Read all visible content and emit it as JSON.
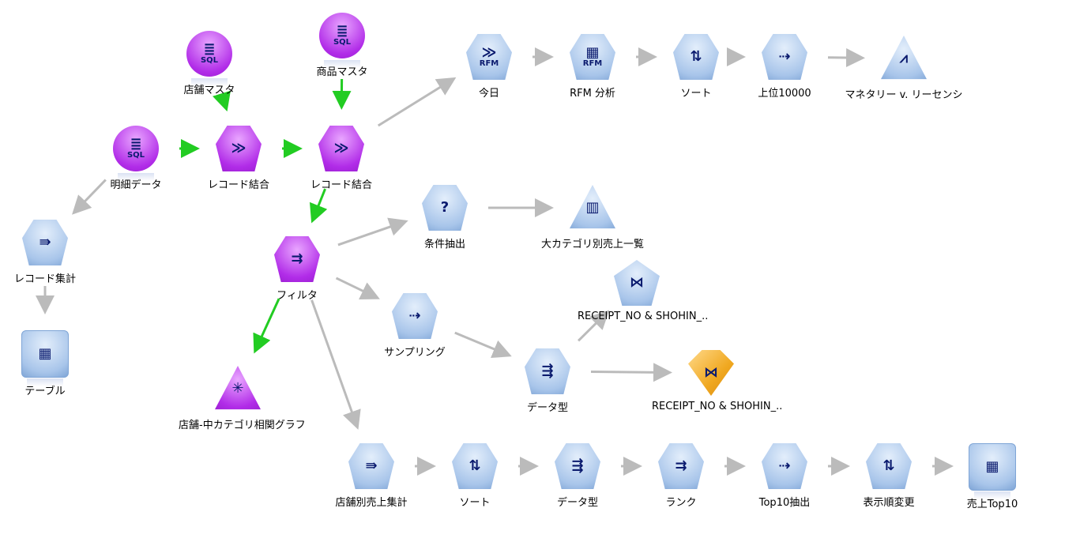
{
  "colors": {
    "source": "#b12ce8",
    "process": "#a8c5ea",
    "model": "#f0a820",
    "link_active": "#22cc22",
    "link": "#bbbbbb"
  },
  "nodes": [
    {
      "id": "store_master",
      "label": "店舗マスタ",
      "shape": "circle",
      "color": "purple",
      "icon": "database-sql-icon",
      "glyph": "≣",
      "sub": "SQL"
    },
    {
      "id": "product_master",
      "label": "商品マスタ",
      "shape": "circle",
      "color": "purple",
      "icon": "database-sql-icon",
      "glyph": "≣",
      "sub": "SQL"
    },
    {
      "id": "detail_data",
      "label": "明細データ",
      "shape": "circle",
      "color": "purple",
      "icon": "database-sql-icon",
      "glyph": "≣",
      "sub": "SQL"
    },
    {
      "id": "merge1",
      "label": "レコード結合",
      "shape": "hex",
      "color": "purple",
      "icon": "merge-icon",
      "glyph": "≫"
    },
    {
      "id": "merge2",
      "label": "レコード結合",
      "shape": "hex",
      "color": "purple",
      "icon": "merge-icon",
      "glyph": "≫"
    },
    {
      "id": "aggregate_left",
      "label": "レコード集計",
      "shape": "hex",
      "color": "blue",
      "icon": "aggregate-icon",
      "glyph": "⇛"
    },
    {
      "id": "table_left",
      "label": "テーブル",
      "shape": "square",
      "color": "blue",
      "icon": "table-icon",
      "glyph": "▦"
    },
    {
      "id": "filter",
      "label": "フィルタ",
      "shape": "hex",
      "color": "purple",
      "icon": "filter-icon",
      "glyph": "⇉"
    },
    {
      "id": "web_graph",
      "label": "店舗-中カテゴリ相関グラフ",
      "shape": "tri",
      "color": "purple",
      "icon": "web-graph-icon",
      "glyph": "✳"
    },
    {
      "id": "today",
      "label": "今日",
      "shape": "hex",
      "color": "blue",
      "icon": "rfm-icon",
      "glyph": "≫",
      "sub": "RFM"
    },
    {
      "id": "rfm_analysis",
      "label": "RFM 分析",
      "shape": "hex",
      "color": "blue",
      "icon": "rfm-analysis-icon",
      "glyph": "▦",
      "sub": "RFM"
    },
    {
      "id": "sort_top",
      "label": "ソート",
      "shape": "hex",
      "color": "blue",
      "icon": "sort-icon",
      "glyph": "⇅"
    },
    {
      "id": "top10000",
      "label": "上位10000",
      "shape": "hex",
      "color": "blue",
      "icon": "sample-icon",
      "glyph": "⇢"
    },
    {
      "id": "plot",
      "label": "マネタリー v. リーセンシ",
      "shape": "tri",
      "color": "blue",
      "icon": "plot-icon",
      "glyph": "⩘"
    },
    {
      "id": "select",
      "label": "条件抽出",
      "shape": "hex",
      "color": "blue",
      "icon": "select-icon",
      "glyph": "?"
    },
    {
      "id": "distribution",
      "label": "大カテゴリ別売上一覧",
      "shape": "tri",
      "color": "blue",
      "icon": "distribution-icon",
      "glyph": "▥"
    },
    {
      "id": "sampling",
      "label": "サンプリング",
      "shape": "hex",
      "color": "blue",
      "icon": "sample-icon",
      "glyph": "⇢"
    },
    {
      "id": "type_mid",
      "label": "データ型",
      "shape": "hex",
      "color": "blue",
      "icon": "type-icon",
      "glyph": "⇶"
    },
    {
      "id": "model_nugget",
      "label": "RECEIPT_NO & SHOHIN_..",
      "shape": "pent",
      "color": "blue",
      "icon": "neural-net-icon",
      "glyph": "⋈"
    },
    {
      "id": "model_builder",
      "label": "RECEIPT_NO & SHOHIN_..",
      "shape": "diamond",
      "color": "gold",
      "icon": "neural-net-icon",
      "glyph": "⋈"
    },
    {
      "id": "store_sales_agg",
      "label": "店舗別売上集計",
      "shape": "hex",
      "color": "blue",
      "icon": "aggregate-icon",
      "glyph": "⇛"
    },
    {
      "id": "sort_bottom",
      "label": "ソート",
      "shape": "hex",
      "color": "blue",
      "icon": "sort-icon",
      "glyph": "⇅"
    },
    {
      "id": "type_bottom",
      "label": "データ型",
      "shape": "hex",
      "color": "blue",
      "icon": "type-icon",
      "glyph": "⇶"
    },
    {
      "id": "rank",
      "label": "ランク",
      "shape": "hex",
      "color": "blue",
      "icon": "derive-icon",
      "glyph": "⇉"
    },
    {
      "id": "top10_extract",
      "label": "Top10抽出",
      "shape": "hex",
      "color": "blue",
      "icon": "sample-icon",
      "glyph": "⇢"
    },
    {
      "id": "reorder",
      "label": "表示順変更",
      "shape": "hex",
      "color": "blue",
      "icon": "field-reorder-icon",
      "glyph": "⇅"
    },
    {
      "id": "sales_top10",
      "label": "売上Top10",
      "shape": "square",
      "color": "blue",
      "icon": "table-icon",
      "glyph": "▦"
    }
  ],
  "links": [
    {
      "from": "store_master",
      "to": "merge1",
      "active": true
    },
    {
      "from": "detail_data",
      "to": "merge1",
      "active": true
    },
    {
      "from": "merge1",
      "to": "merge2",
      "active": true
    },
    {
      "from": "product_master",
      "to": "merge2",
      "active": true
    },
    {
      "from": "merge2",
      "to": "filter",
      "active": true
    },
    {
      "from": "filter",
      "to": "web_graph",
      "active": true
    },
    {
      "from": "detail_data",
      "to": "aggregate_left",
      "active": false
    },
    {
      "from": "aggregate_left",
      "to": "table_left",
      "active": false
    },
    {
      "from": "merge2",
      "to": "today",
      "active": false
    },
    {
      "from": "today",
      "to": "rfm_analysis",
      "active": false
    },
    {
      "from": "rfm_analysis",
      "to": "sort_top",
      "active": false
    },
    {
      "from": "sort_top",
      "to": "top10000",
      "active": false
    },
    {
      "from": "top10000",
      "to": "plot",
      "active": false
    },
    {
      "from": "filter",
      "to": "select",
      "active": false
    },
    {
      "from": "select",
      "to": "distribution",
      "active": false
    },
    {
      "from": "filter",
      "to": "sampling",
      "active": false
    },
    {
      "from": "sampling",
      "to": "type_mid",
      "active": false
    },
    {
      "from": "type_mid",
      "to": "model_nugget",
      "active": false
    },
    {
      "from": "type_mid",
      "to": "model_builder",
      "active": false
    },
    {
      "from": "filter",
      "to": "store_sales_agg",
      "active": false
    },
    {
      "from": "store_sales_agg",
      "to": "sort_bottom",
      "active": false
    },
    {
      "from": "sort_bottom",
      "to": "type_bottom",
      "active": false
    },
    {
      "from": "type_bottom",
      "to": "rank",
      "active": false
    },
    {
      "from": "rank",
      "to": "top10_extract",
      "active": false
    },
    {
      "from": "top10_extract",
      "to": "reorder",
      "active": false
    },
    {
      "from": "reorder",
      "to": "sales_top10",
      "active": false
    }
  ]
}
